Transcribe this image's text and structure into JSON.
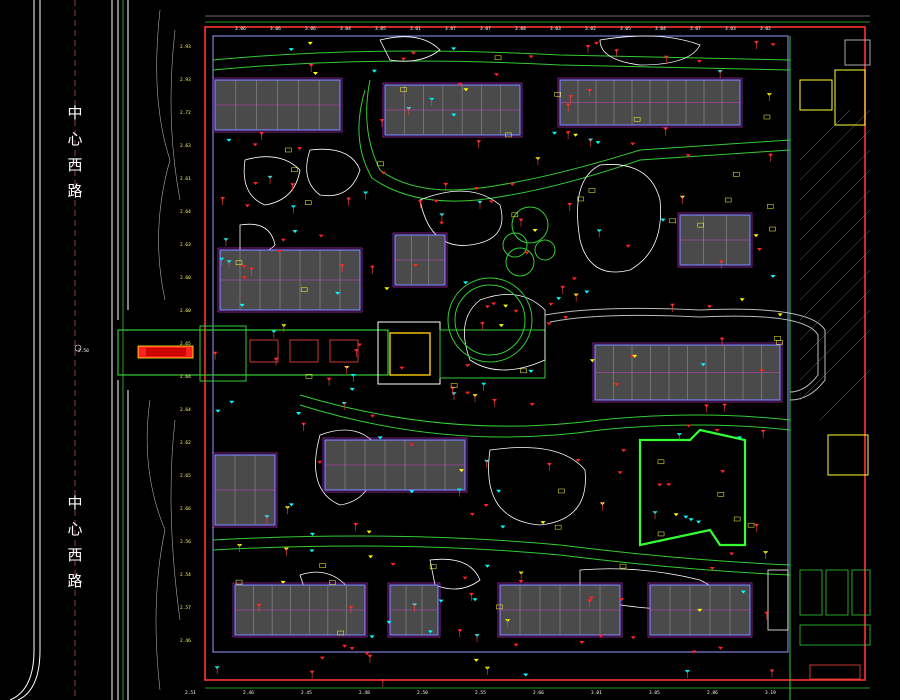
{
  "road_label_top": [
    "中",
    "心",
    "西",
    "路"
  ],
  "road_label_bottom": [
    "中",
    "心",
    "西",
    "路"
  ],
  "top_dim_labels": [
    "3.06",
    "3.06",
    "3.06",
    "3.04",
    "3.05",
    "3.01",
    "3.07",
    "3.07",
    "3.08",
    "3.03",
    "3.02",
    "3.05",
    "3.04",
    "3.07",
    "3.03",
    "3.02"
  ],
  "left_dim_labels": [
    "2.93",
    "2.93",
    "2.72",
    "2.63",
    "2.61",
    "2.64",
    "2.63",
    "2.60",
    "2.60",
    "2.65",
    "2.64",
    "2.64",
    "2.62",
    "2.65",
    "2.66",
    "2.56",
    "2.54",
    "2.57",
    "2.46"
  ],
  "bottom_dim_labels": [
    "2.51",
    "2.46",
    "2.45",
    "2.48",
    "2.50",
    "2.55",
    "2.66",
    "3.01",
    "3.05",
    "2.86",
    "3.19"
  ],
  "entrance_marker": "2.50",
  "colors": {
    "background": "#000000",
    "boundary": "#ff3333",
    "building_wall": "#8080ff",
    "building_fill": "#808080",
    "landscape": "#ffffff",
    "road": "#33cc33",
    "water": "#00ffff",
    "marker": "#ff0000",
    "label": "#ffff00"
  }
}
